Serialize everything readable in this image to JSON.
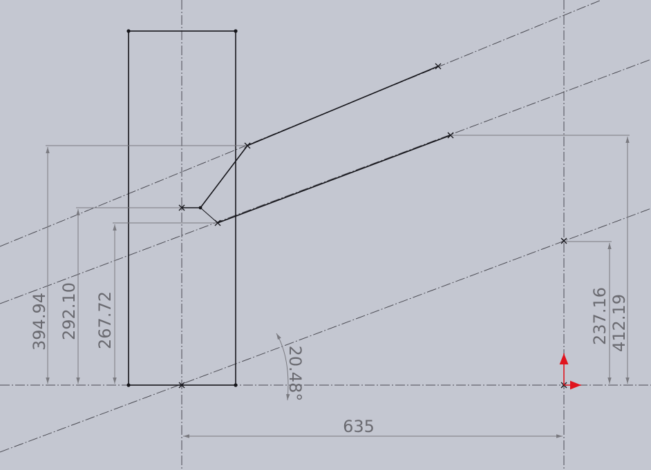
{
  "dimensions": {
    "d_394": "394.94",
    "d_292": "292.10",
    "d_267": "267.72",
    "d_237": "237.16",
    "d_412": "412.19",
    "d_635": "635",
    "angle": "20.48°"
  },
  "colors": {
    "background": "#c4c7d1",
    "geometry": "#15151a",
    "dimension": "#7a7a80",
    "origin_y_axis": "#e0141e",
    "origin_x_axis": "#e0141e"
  }
}
